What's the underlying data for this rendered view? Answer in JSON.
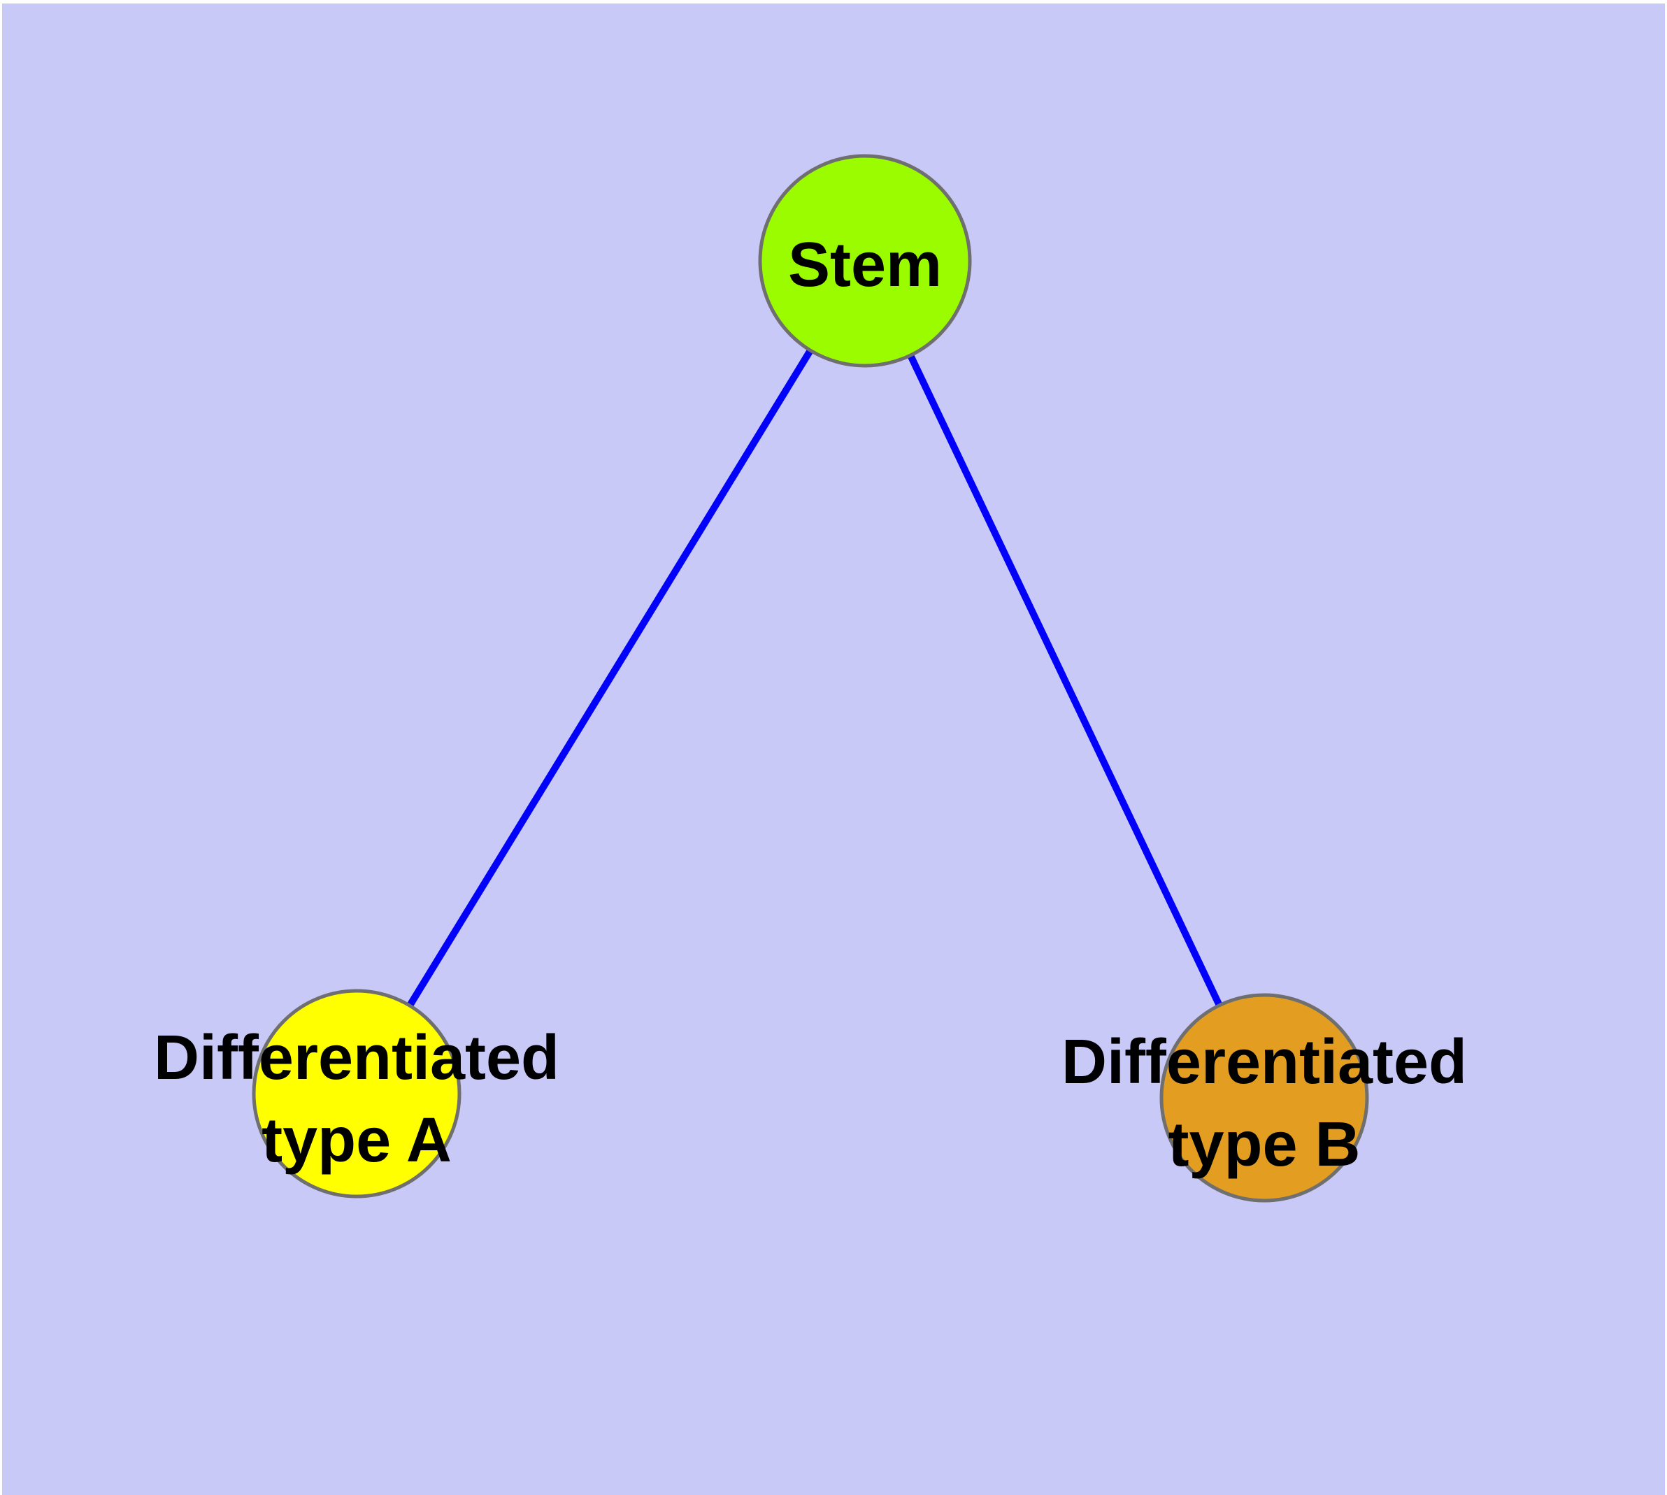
{
  "diagram": {
    "background_color": "#c9c9f8",
    "edge_color": "#0202fb",
    "node_border_color": "#6f6f6f",
    "label_color": "#000000",
    "nodes": {
      "stem": {
        "label": "Stem",
        "fill": "#9bfc00"
      },
      "type_a": {
        "label_line1": "Differentiated",
        "label_line2": "type A",
        "fill": "#ffff00"
      },
      "type_b": {
        "label_line1": "Differentiated",
        "label_line2": "type B",
        "fill": "#e39e21"
      }
    },
    "edges": [
      {
        "from": "Stem",
        "to": "Differentiated type A"
      },
      {
        "from": "Stem",
        "to": "Differentiated type B"
      }
    ]
  }
}
